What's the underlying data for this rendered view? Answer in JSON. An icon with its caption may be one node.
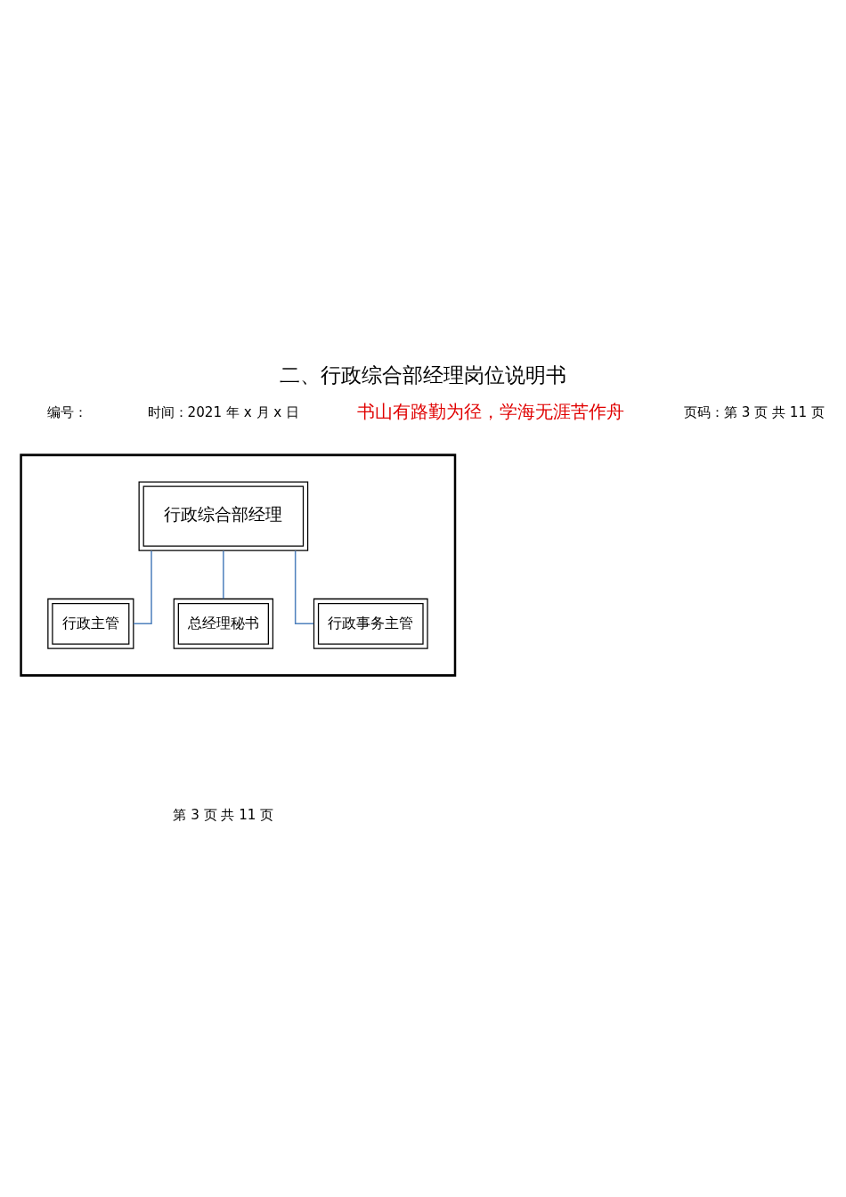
{
  "diagram": {
    "title": "二、行政综合部经理岗位说明书",
    "nodes": [
      {
        "text": [],
        "shape": "box"
      },
      {
        "text": [
          "行政综合部经理"
        ],
        "in": 0
      },
      {
        "text": [
          "行政主管"
        ],
        "in": 0
      },
      {
        "text": [
          "总经理秘书"
        ],
        "in": 0
      },
      {
        "text": [
          "行政事务主管"
        ],
        "in": 0
      }
    ],
    "edges": [
      {
        "from": 1,
        "to": 2,
        "arrow": "none"
      },
      {
        "from": 1,
        "to": 3,
        "arrow": "none"
      },
      {
        "from": 1,
        "to": 4,
        "arrow": "none"
      }
    ],
    "labels": [
      "编号：",
      "时间：2021 年 x 月 x 日",
      "书山有路勤为径，学海无涯苦作舟",
      "页码：第 3 页 共 11 页",
      "第 3 页 共 11 页"
    ]
  }
}
